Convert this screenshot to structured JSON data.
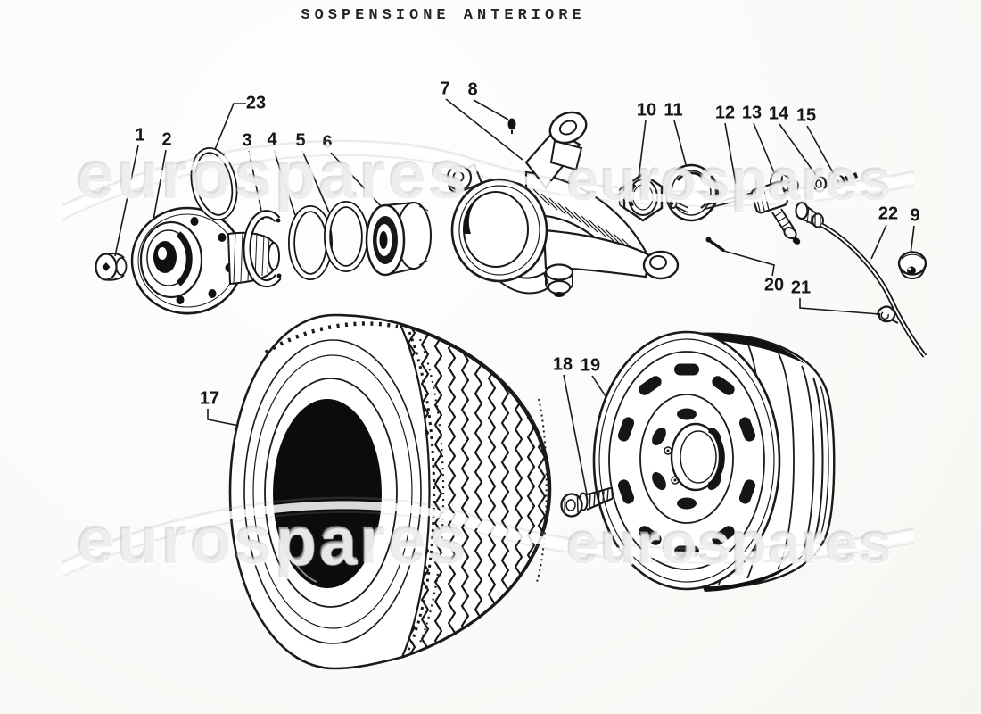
{
  "page": {
    "title": "SOSPENSIONE ANTERIORE"
  },
  "watermark": {
    "text": "eurospares"
  },
  "callouts": [
    {
      "label": "1"
    },
    {
      "label": "2"
    },
    {
      "label": "3"
    },
    {
      "label": "4"
    },
    {
      "label": "5"
    },
    {
      "label": "6"
    },
    {
      "label": "7"
    },
    {
      "label": "8"
    },
    {
      "label": "9"
    },
    {
      "label": "10"
    },
    {
      "label": "11"
    },
    {
      "label": "12"
    },
    {
      "label": "13"
    },
    {
      "label": "14"
    },
    {
      "label": "15"
    },
    {
      "label": "17"
    },
    {
      "label": "18"
    },
    {
      "label": "19"
    },
    {
      "label": "20"
    },
    {
      "label": "21"
    },
    {
      "label": "22"
    },
    {
      "label": "23"
    }
  ]
}
